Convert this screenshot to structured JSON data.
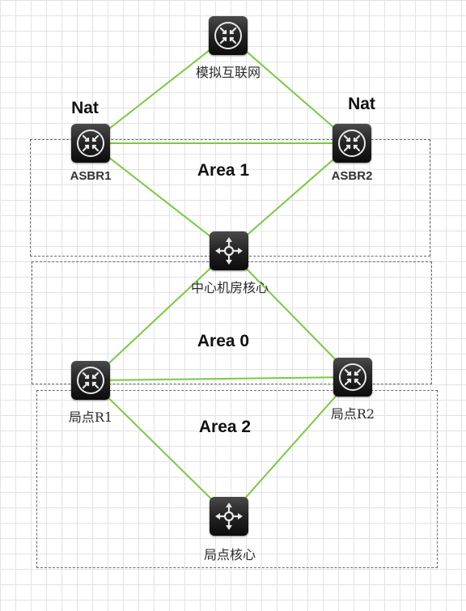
{
  "diagram": {
    "areas": [
      {
        "id": "area1",
        "title": "Area 1"
      },
      {
        "id": "area0",
        "title": "Area 0"
      },
      {
        "id": "area2",
        "title": "Area 2"
      }
    ],
    "nat_labels": [
      "Nat",
      "Nat"
    ],
    "nodes": [
      {
        "id": "internet",
        "label": "模拟互联网",
        "device": "router"
      },
      {
        "id": "asbr1",
        "label": "ASBR1",
        "device": "router"
      },
      {
        "id": "asbr2",
        "label": "ASBR2",
        "device": "router"
      },
      {
        "id": "center",
        "label": "中心机房核心",
        "device": "switch"
      },
      {
        "id": "r1",
        "label": "局点R1",
        "device": "router"
      },
      {
        "id": "r2",
        "label": "局点R2",
        "device": "router"
      },
      {
        "id": "site_core",
        "label": "局点核心",
        "device": "switch"
      }
    ],
    "links": [
      [
        "internet",
        "asbr1"
      ],
      [
        "internet",
        "asbr2"
      ],
      [
        "asbr1",
        "asbr2"
      ],
      [
        "asbr1",
        "center"
      ],
      [
        "asbr2",
        "center"
      ],
      [
        "center",
        "r1"
      ],
      [
        "center",
        "r2"
      ],
      [
        "r1",
        "r2"
      ],
      [
        "r1",
        "site_core"
      ],
      [
        "r2",
        "site_core"
      ]
    ],
    "link_color": "#7ac943"
  }
}
